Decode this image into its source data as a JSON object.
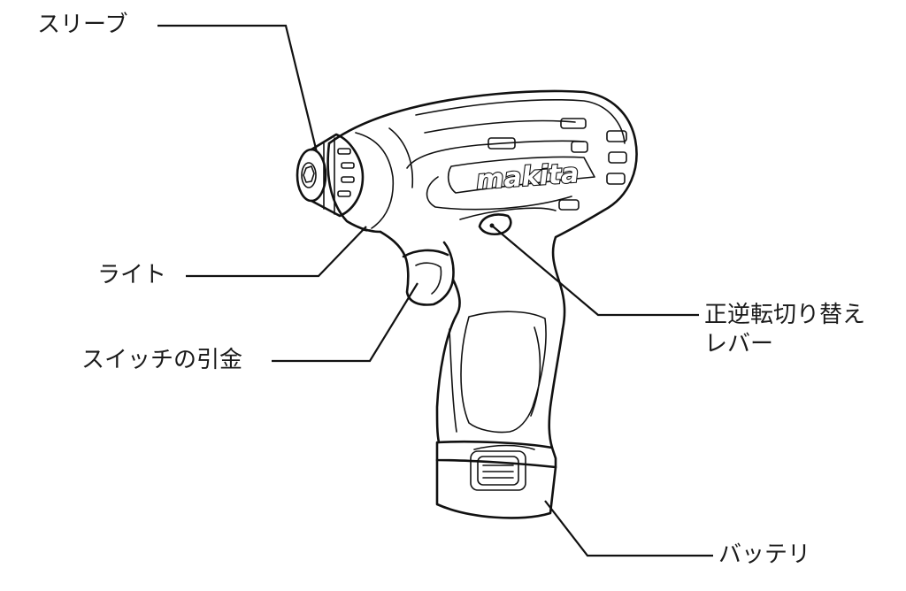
{
  "labels": {
    "sleeve": "スリーブ",
    "light": "ライト",
    "trigger": "スイッチの引金",
    "reverse_lever_line1": "正逆転切り替え",
    "reverse_lever_line2": "レバー",
    "battery": "バッテリ"
  },
  "brand_logo": "makita",
  "colors": {
    "line": "#111111",
    "background": "#ffffff"
  }
}
